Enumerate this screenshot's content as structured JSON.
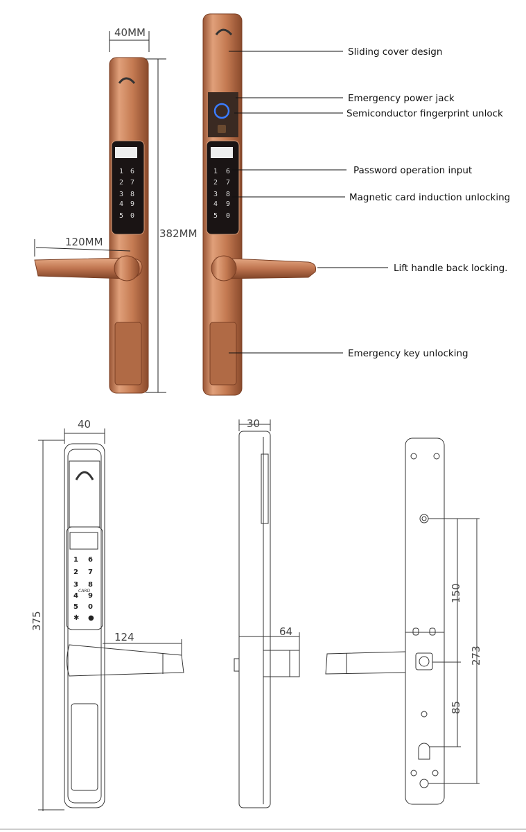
{
  "photo_dimensions": {
    "width": "40MM",
    "height": "382MM",
    "handle": "120MM"
  },
  "callouts": [
    "Sliding cover design",
    "Emergency power jack",
    "Semiconductor fingerprint unlock",
    "Password operation input",
    "Magnetic card induction unlocking",
    "Lift handle back locking.",
    "Emergency key unlocking"
  ],
  "keypad": {
    "left_column": [
      "1",
      "2",
      "3",
      "4",
      "5"
    ],
    "right_column": [
      "6",
      "7",
      "8",
      "9",
      "0"
    ],
    "card_label": "CARD"
  },
  "drawing_dimensions": {
    "front_width": "40",
    "front_height": "375",
    "front_handle": "124",
    "side_depth": "30",
    "side_handle": "64",
    "back_upper": "150",
    "back_total": "273",
    "back_lower": "85"
  },
  "colors": {
    "copper": "#c8805a",
    "copper_dark": "#8a4a2c",
    "panel": "#1a1414"
  }
}
